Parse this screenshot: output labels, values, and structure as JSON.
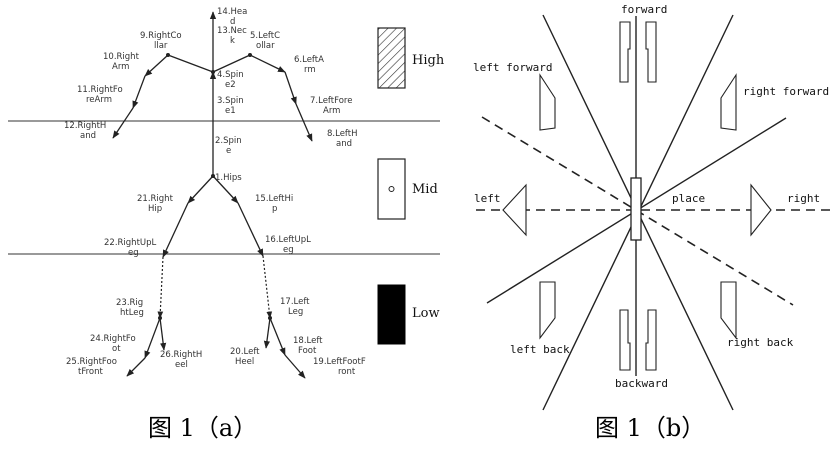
{
  "figure_a": {
    "caption": "图 1（a）",
    "joints": [
      {
        "id": "head",
        "label_lines": [
          "14.Hea",
          "d"
        ]
      },
      {
        "id": "neck",
        "label_lines": [
          "13.Nec",
          "k"
        ]
      },
      {
        "id": "right-collar",
        "label_lines": [
          "9.RightCo",
          "llar"
        ]
      },
      {
        "id": "left-collar",
        "label_lines": [
          "5.LeftC",
          "ollar"
        ]
      },
      {
        "id": "right-arm",
        "label_lines": [
          "10.Right",
          "Arm"
        ]
      },
      {
        "id": "left-arm",
        "label_lines": [
          "6.LeftA",
          "rm"
        ]
      },
      {
        "id": "spine2",
        "label_lines": [
          "4.Spin",
          "e2"
        ]
      },
      {
        "id": "right-forearm",
        "label_lines": [
          "11.RightFo",
          "reArm"
        ]
      },
      {
        "id": "spine1",
        "label_lines": [
          "3.Spin",
          "e1"
        ]
      },
      {
        "id": "left-forearm",
        "label_lines": [
          "7.LeftFore",
          "Arm"
        ]
      },
      {
        "id": "right-hand",
        "label_lines": [
          "12.RightH",
          "and"
        ]
      },
      {
        "id": "left-hand",
        "label_lines": [
          "8.LeftH",
          "and"
        ]
      },
      {
        "id": "spine",
        "label_lines": [
          "2.Spin",
          "e"
        ]
      },
      {
        "id": "hips",
        "label_lines": [
          "1.Hips"
        ]
      },
      {
        "id": "right-hip",
        "label_lines": [
          "21.Right",
          "Hip"
        ]
      },
      {
        "id": "left-hip",
        "label_lines": [
          "15.LeftHi",
          "p"
        ]
      },
      {
        "id": "right-upleg",
        "label_lines": [
          "22.RightUpL",
          "eg"
        ]
      },
      {
        "id": "left-upleg",
        "label_lines": [
          "16.LeftUpL",
          "eg"
        ]
      },
      {
        "id": "right-leg",
        "label_lines": [
          "23.Rig",
          "htLeg"
        ]
      },
      {
        "id": "left-leg",
        "label_lines": [
          "17.Left",
          "Leg"
        ]
      },
      {
        "id": "right-foot",
        "label_lines": [
          "24.RightFo",
          "ot"
        ]
      },
      {
        "id": "right-heel",
        "label_lines": [
          "26.RightH",
          "eel"
        ]
      },
      {
        "id": "left-heel",
        "label_lines": [
          "20.Left",
          "Heel"
        ]
      },
      {
        "id": "left-foot",
        "label_lines": [
          "18.Left",
          "Foot"
        ]
      },
      {
        "id": "right-foot-front",
        "label_lines": [
          "25.RightFoo",
          "tFront"
        ]
      },
      {
        "id": "left-foot-front",
        "label_lines": [
          "19.LeftFootF",
          "ront"
        ]
      }
    ],
    "levels": {
      "high": "High",
      "mid": "Mid",
      "low": "Low"
    }
  },
  "figure_b": {
    "caption": "图 1（b）",
    "directions": {
      "forward": "forward",
      "backward": "backward",
      "left": "left",
      "right": "right",
      "left_forward": "left forward",
      "right_forward": "right forward",
      "left_back": "left back",
      "right_back": "right back",
      "place": "place"
    }
  }
}
